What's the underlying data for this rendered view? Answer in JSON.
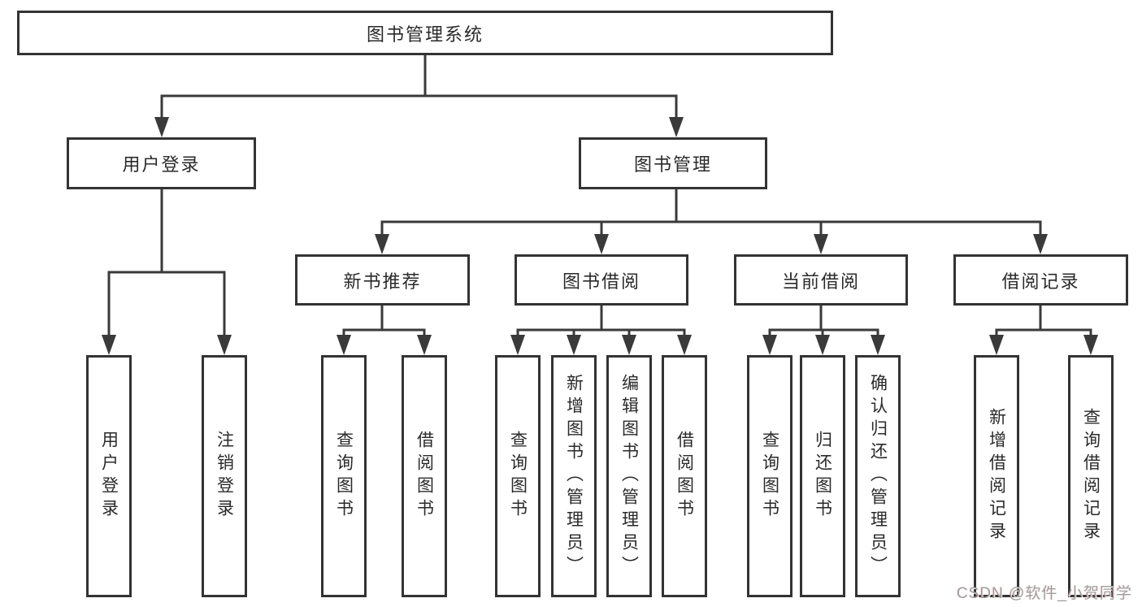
{
  "nodes": {
    "root": "图书管理系统",
    "user_login": "用户登录",
    "book_mgmt": "图书管理",
    "new_books": "新书推荐",
    "book_borrow": "图书借阅",
    "current_borrow": "当前借阅",
    "borrow_records": "借阅记录"
  },
  "leaves": {
    "user_login": [
      "用户登录",
      "注销登录"
    ],
    "new_books": [
      "查询图书",
      "借阅图书"
    ],
    "book_borrow": [
      "查询图书",
      "新增图书（管理员）",
      "编辑图书（管理员）",
      "借阅图书"
    ],
    "current_borrow": [
      "查询图书",
      "归还图书",
      "确认归还（管理员）"
    ],
    "borrow_records": [
      "新增借阅记录",
      "查询借阅记录"
    ]
  },
  "watermark": "CSDN @软件_小贺同学",
  "colors": {
    "line": "#3a3a3a",
    "border": "#333333",
    "box_fill": "#ffffff",
    "text": "#2a2a2a",
    "background": "#ffffff",
    "watermark_gray": "#9d9d9d"
  }
}
